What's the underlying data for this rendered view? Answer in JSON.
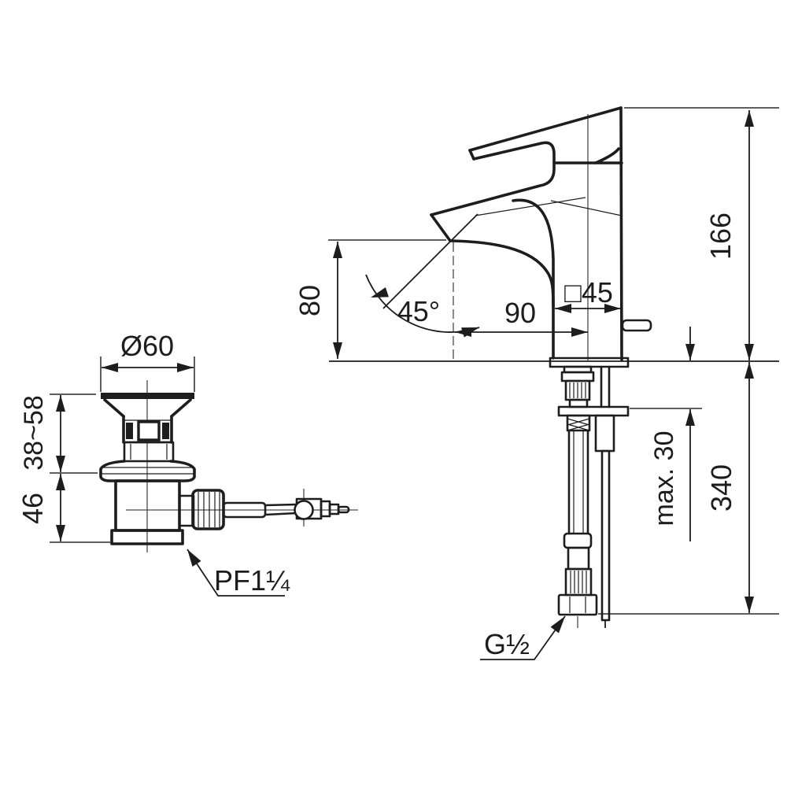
{
  "colors": {
    "line": "#1d1d1d",
    "background": "#ffffff",
    "centerline": "#4a4a4a"
  },
  "drawing_labels": {
    "height_above_deck": "166",
    "height_below_deck": "340",
    "max_deck_thickness": "max. 30",
    "spout_outlet_height": "80",
    "spout_reach": "90",
    "spout_angle": "45°",
    "body_square_size": "□45",
    "drain_flange_diameter": "Ø60",
    "drain_upper_range": "38~58",
    "drain_lower_height": "46",
    "drain_thread": "PF1¼",
    "supply_thread": "G½"
  }
}
